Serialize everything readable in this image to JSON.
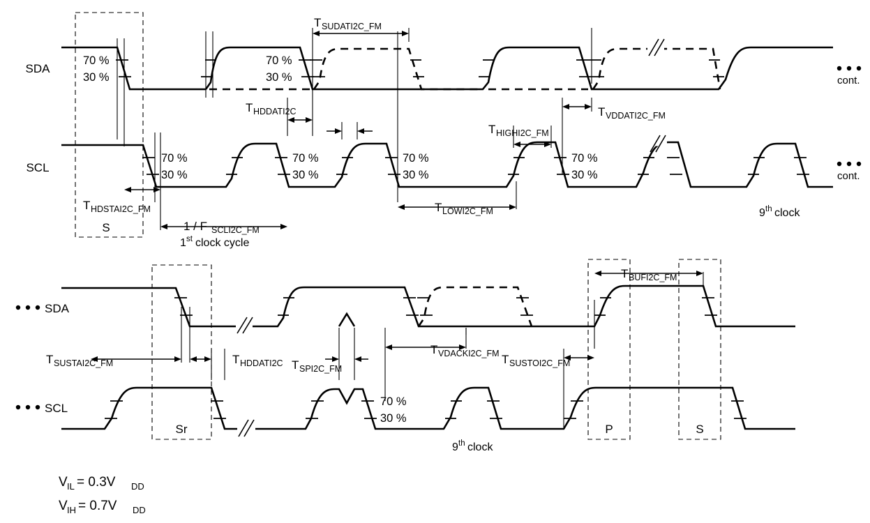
{
  "figure": {
    "title_hidden": "",
    "signals": {
      "sda": "SDA",
      "scl": "SCL"
    },
    "levels": {
      "high": "70 %",
      "low": "30 %"
    },
    "continuation": "cont.",
    "ellipsis": "• • •"
  },
  "top_diagram": {
    "signal_labels": {
      "sda": "SDA",
      "scl": "SCL"
    },
    "level_markers": [
      {
        "id": "sda-start",
        "high": "70 %",
        "low": "30 %"
      },
      {
        "id": "sda-bit1",
        "high": "70 %",
        "low": "30 %"
      },
      {
        "id": "scl-c1-fall",
        "high": "70 %",
        "low": "30 %"
      },
      {
        "id": "scl-c2-fall",
        "high": "70 %",
        "low": "30 %"
      },
      {
        "id": "scl-c3-fall",
        "high": "70 %",
        "low": "30 %"
      },
      {
        "id": "scl-c4-fall",
        "high": "70 %",
        "low": "30 %"
      }
    ],
    "timings": [
      {
        "id": "t-sudat",
        "base": "T",
        "sub": "SUDATI2C_FM"
      },
      {
        "id": "t-hddat",
        "base": "T",
        "sub": "HDDATI2C"
      },
      {
        "id": "t-hdsta",
        "base": "T",
        "sub": "HDSTAI2C_FM"
      },
      {
        "id": "t-low",
        "base": "T",
        "sub": "LOWI2C_FM"
      },
      {
        "id": "t-high",
        "base": "T",
        "sub": "HIGHI2C_FM"
      },
      {
        "id": "t-vddat",
        "base": "T",
        "sub": "VDDATI2C_FM"
      },
      {
        "id": "t-fscl",
        "base": "1 / F",
        "sub": "SCLI2C_FM"
      }
    ],
    "boxes": [
      {
        "id": "start-box",
        "label": "S"
      }
    ],
    "notes": [
      {
        "id": "first-clock-cycle",
        "prefix": "1",
        "sup": "st",
        "suffix": " clock cycle"
      },
      {
        "id": "ninth-clock",
        "prefix": "9",
        "sup": "th",
        "suffix": " clock"
      }
    ],
    "continuation": "cont."
  },
  "bottom_diagram": {
    "signal_labels": {
      "sda": "SDA",
      "scl": "SCL"
    },
    "level_markers": [
      {
        "id": "scl-ack-fall",
        "high": "70 %",
        "low": "30 %"
      }
    ],
    "timings": [
      {
        "id": "t-susta",
        "base": "T",
        "sub": "SUSTAI2C_FM"
      },
      {
        "id": "t-hddat2",
        "base": "T",
        "sub": "HDDATI2C"
      },
      {
        "id": "t-sp",
        "base": "T",
        "sub": "SPI2C_FM"
      },
      {
        "id": "t-vdack",
        "base": "T",
        "sub": "VDACKI2C_FM"
      },
      {
        "id": "t-susto",
        "base": "T",
        "sub": "SUSTOI2C_FM"
      },
      {
        "id": "t-buf",
        "base": "T",
        "sub": "BUFI2C_FM"
      }
    ],
    "boxes": [
      {
        "id": "restart-box",
        "label": "Sr"
      },
      {
        "id": "stop-box",
        "label": "P"
      },
      {
        "id": "start-box-2",
        "label": "S"
      }
    ],
    "notes": [
      {
        "id": "ninth-clock-2",
        "prefix": "9",
        "sup": "th",
        "suffix": " clock"
      }
    ],
    "continuation_prefix": "• • •"
  },
  "legend": {
    "vil": {
      "base": "V",
      "sub": "IL",
      "eq": " = 0.3V",
      "sub2": "DD"
    },
    "vih": {
      "base": "V",
      "sub": "IH",
      "eq": " = 0.7V",
      "sub2": "DD"
    }
  },
  "colors": {
    "stroke": "#000000",
    "background": "#ffffff"
  }
}
